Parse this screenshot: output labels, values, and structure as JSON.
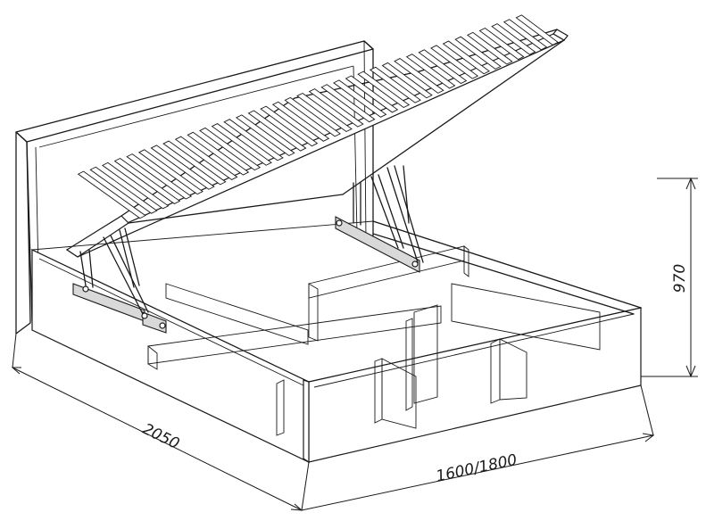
{
  "dimensions": {
    "length": "2050",
    "width": "1600/1800",
    "height": "970"
  },
  "colors": {
    "ink": "#1a1a1a",
    "background": "#ffffff",
    "hardware": "#d9d9d9"
  }
}
